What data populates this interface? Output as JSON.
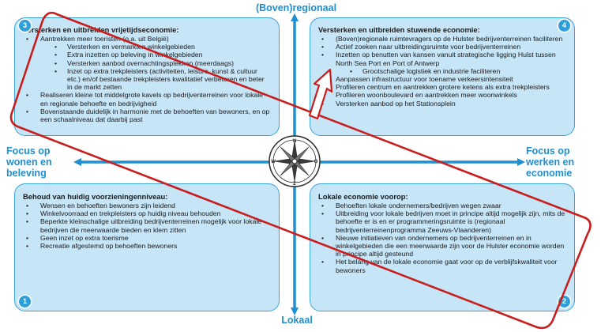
{
  "axis": {
    "top": "(Boven)regionaal",
    "bottom": "Lokaal",
    "left": [
      "Focus op",
      "wonen en",
      "beleving"
    ],
    "right": [
      "Focus op",
      "werken en",
      "economie"
    ]
  },
  "compass_letters": {
    "n": "N",
    "e": "O",
    "s": "Z",
    "w": "W"
  },
  "colors": {
    "quadrant_fill": "#c6e5f7",
    "quadrant_border": "#3aa2d8",
    "axis_blue": "#1e8fd0",
    "highlight_red": "#c81e1e"
  },
  "quadrants": {
    "q3": {
      "number": "3",
      "title": "Versterken en uitbreiden vrijetijdseconomie:",
      "items": [
        {
          "text": "Aantrekken meer toeristen (o.a. uit België)",
          "level": 1
        },
        {
          "text": "Versterken en vermarkten winkelgebieden",
          "level": 2
        },
        {
          "text": "Extra inzetten op beleving in winkelgebieden",
          "level": 2
        },
        {
          "text": "Versterken aanbod overnachtingsplekken (meerdaags)",
          "level": 2
        },
        {
          "text": "Inzet op extra trekpleisters (activiteiten, leisure, kunst & cultuur etc.) en/of bestaande trekpleisters kwalitatief verbeteren en beter in de markt zetten",
          "level": 2
        },
        {
          "text": "Realiseren kleine tot middelgrote kavels op bedrijventerreinen voor lokale en regionale behoefte en bedrijvigheid",
          "level": 1
        },
        {
          "text": "Bovenstaande duidelijk in harmonie met de behoeften van bewoners, en op een schaalniveau dat daarbij past",
          "level": 1
        }
      ]
    },
    "q4": {
      "number": "4",
      "title": "Versterken en uitbreiden stuwende economie:",
      "items": [
        {
          "text": "(Boven)regionale ruimtevragers op de Hulster bedrijventerreinen faciliteren",
          "level": 1
        },
        {
          "text": "Actief zoeken naar uitbreidingsruimte voor bedrijventerreinen",
          "level": 1
        },
        {
          "text": "Inzetten op benutten van kansen vanuit strategische ligging Hulst tussen North Sea Port en Port of Antwerp",
          "level": 1
        },
        {
          "text": "Grootschalige logistiek en industrie faciliteren",
          "level": 2
        },
        {
          "text": "Aanpassen infrastructuur voor toename verkeersintensiteit",
          "level": 1
        },
        {
          "text": "Profileren centrum en aantrekken grotere ketens als extra trekpleisters",
          "level": 1
        },
        {
          "text": "Profileren woonboulevard en aantrekken meer woonwinkels",
          "level": 0
        },
        {
          "text": "Versterken aanbod op het Stationsplein",
          "level": 1
        }
      ]
    },
    "q1": {
      "number": "1",
      "title": "Behoud van huidig voorzieningenniveau:",
      "items": [
        {
          "text": "Wensen en behoeften bewoners zijn leidend",
          "level": 1
        },
        {
          "text": "Winkelvoorraad en trekpleisters op huidig niveau behouden",
          "level": 1
        },
        {
          "text": "Beperkte kleinschalige uitbreiding bedrijventerreinen mogelijk voor lokale bedrijven die meerwaarde bieden en klem zitten",
          "level": 1
        },
        {
          "text": "Geen inzet op extra toerisme",
          "level": 1
        },
        {
          "text": "Recreatie afgestemd op behoeften bewoners",
          "level": 1
        }
      ]
    },
    "q2": {
      "number": "2",
      "title": "Lokale economie voorop:",
      "items": [
        {
          "text": "Behoeften lokale ondernemers/bedrijven wegen zwaar",
          "level": 1
        },
        {
          "text": "Uitbreiding voor lokale bedrijven moet in principe altijd mogelijk zijn, mits de behoefte er is en er programmeringsruimte is (regionaal bedrijventerreinenprogramma Zeeuws-Vlaanderen)",
          "level": 1
        },
        {
          "text": "Nieuwe initiatieven van ondernemers op bedrijventerreinen en in winkelgebieden die een meerwaarde zijn voor de Hulster economie worden in principe altijd gesteund",
          "level": 1
        },
        {
          "text": "Het belang van de lokale economie gaat voor op de verblijfskwaliteit voor bewoners",
          "level": 1
        }
      ]
    }
  }
}
